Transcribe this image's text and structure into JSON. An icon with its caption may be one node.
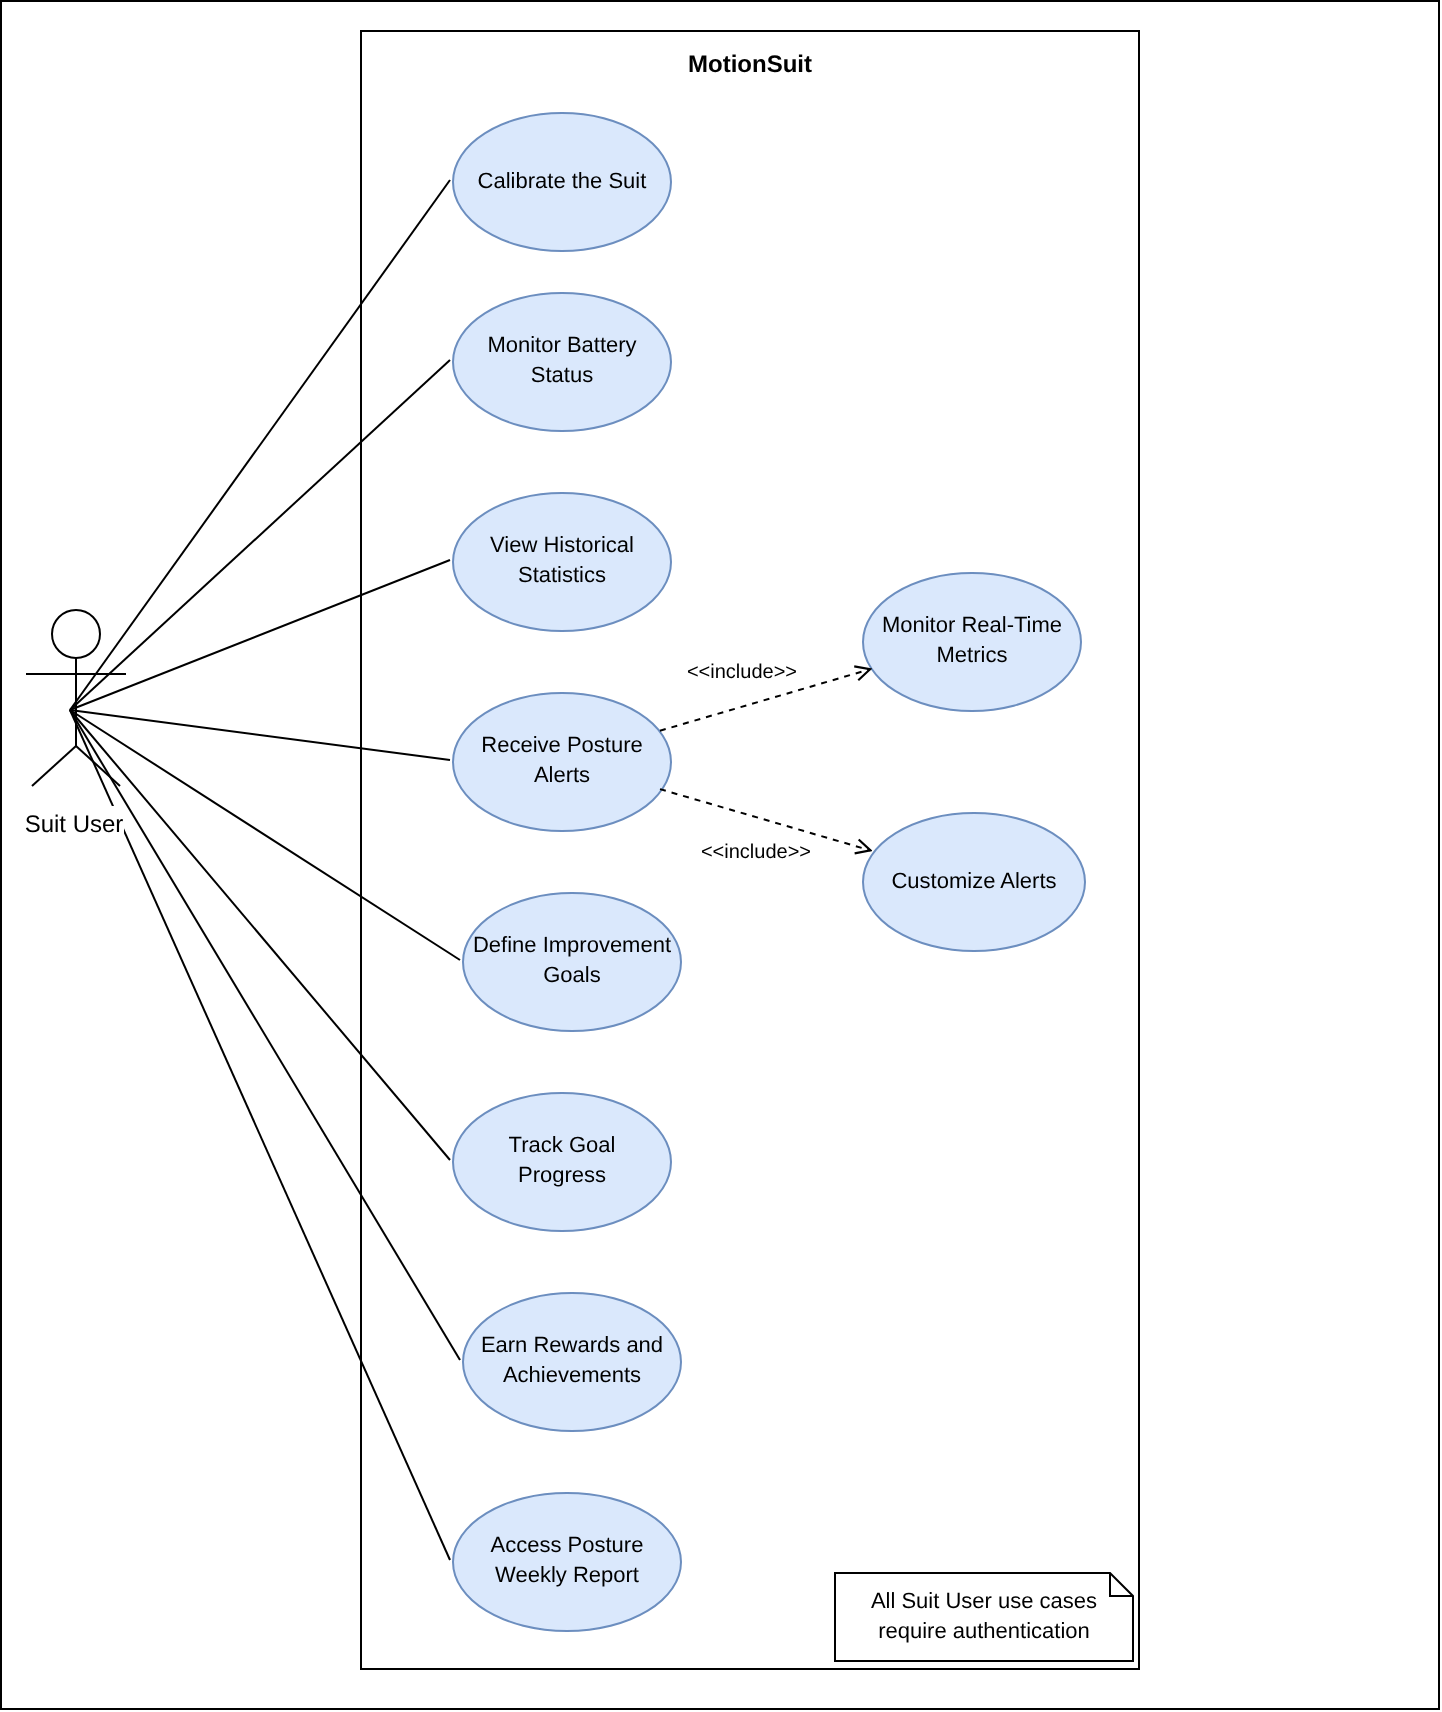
{
  "diagram": {
    "nodes": [
      {
        "text": [
          "MotionSuit"
        ]
      },
      {
        "text": [
          "Suit User"
        ]
      },
      {
        "text": [
          "Calibrate the Suit"
        ],
        "in": 0
      },
      {
        "text": [
          "Monitor Battery Status"
        ],
        "in": 0
      },
      {
        "text": [
          "View Historical Statistics"
        ],
        "in": 0
      },
      {
        "text": [
          "Receive Posture Alerts"
        ],
        "in": 0
      },
      {
        "text": [
          "Define Improvement Goals"
        ],
        "in": 0
      },
      {
        "text": [
          "Track Goal Progress"
        ],
        "in": 0
      },
      {
        "text": [
          "Earn Rewards and Achievements"
        ],
        "in": 0
      },
      {
        "text": [
          "Access Posture Weekly Report"
        ],
        "in": 0
      },
      {
        "text": [
          "Monitor Real-Time Metrics"
        ],
        "in": 0
      },
      {
        "text": [
          "Customize Alerts"
        ],
        "in": 0
      },
      {
        "text": [
          "All Suit User use cases require authentication"
        ],
        "in": 0
      }
    ],
    "edges": [
      {
        "from": 1,
        "to": 2,
        "arrow": "none"
      },
      {
        "from": 1,
        "to": 3,
        "arrow": "none"
      },
      {
        "from": 1,
        "to": 4,
        "arrow": "none"
      },
      {
        "from": 1,
        "to": 5,
        "arrow": "none"
      },
      {
        "from": 1,
        "to": 6,
        "arrow": "none"
      },
      {
        "from": 1,
        "to": 7,
        "arrow": "none"
      },
      {
        "from": 1,
        "to": 8,
        "arrow": "none"
      },
      {
        "from": 1,
        "to": 9,
        "arrow": "none"
      },
      {
        "from": 5,
        "to": 10,
        "arrow": "to",
        "label": "<<include>>",
        "style": "dashed"
      },
      {
        "from": 5,
        "to": 11,
        "arrow": "to",
        "label": "<<include>>",
        "style": "dashed"
      }
    ]
  }
}
